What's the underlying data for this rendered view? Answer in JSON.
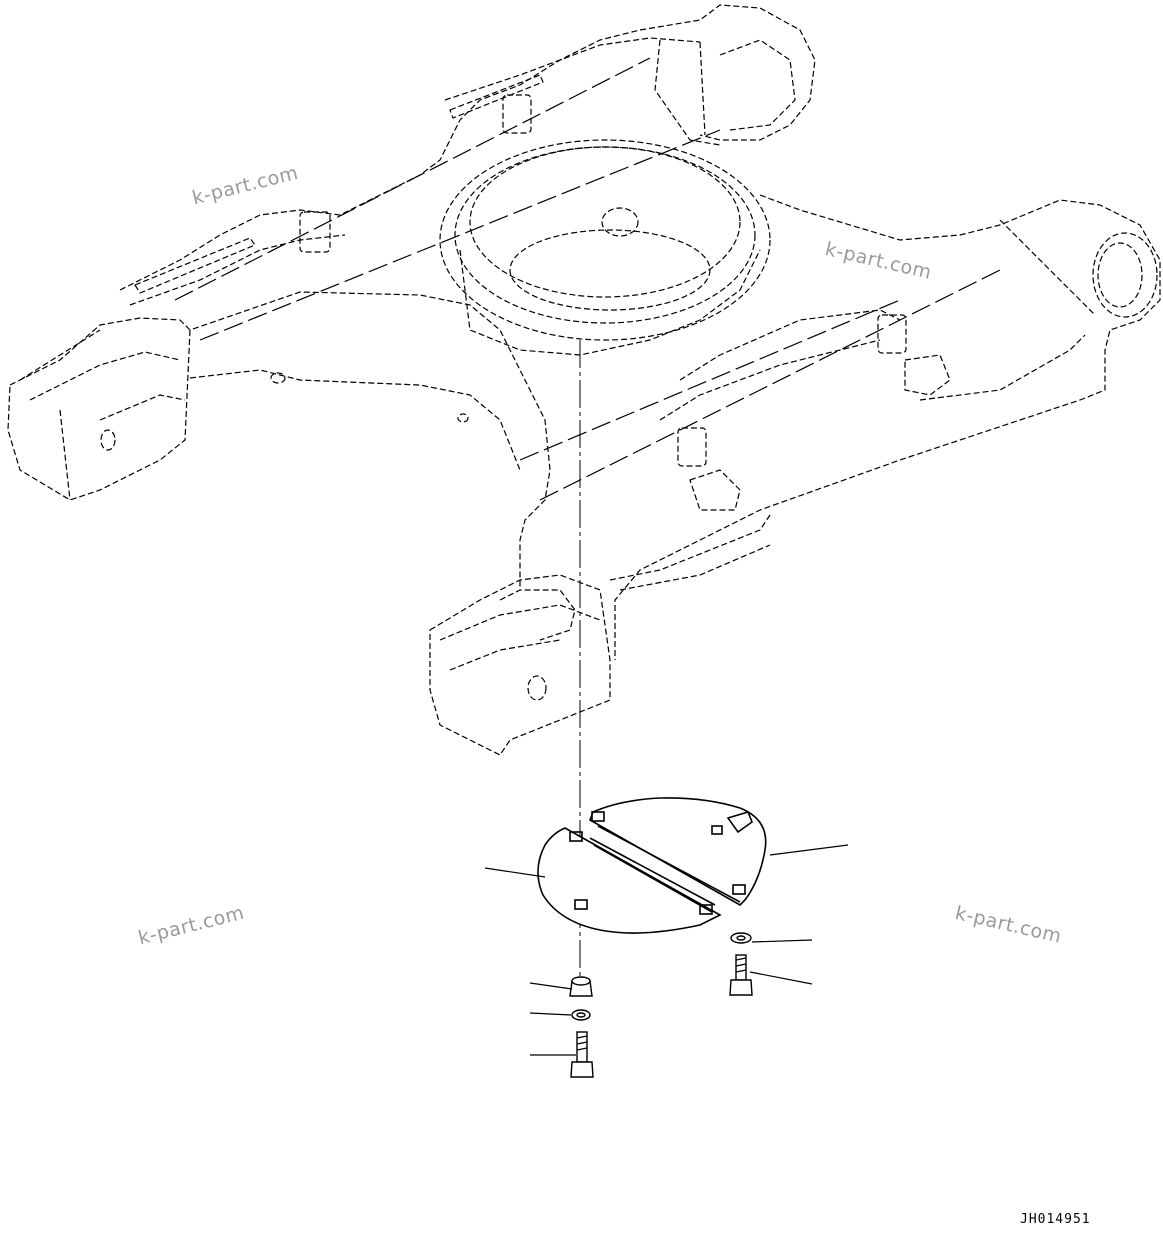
{
  "watermarks": [
    "k-part.com",
    "k-part.com",
    "k-part.com",
    "k-part.com"
  ],
  "drawing_code": "JH014951",
  "colors": {
    "line": "#000000",
    "watermark": "#9a9a9a",
    "background": "#ffffff"
  }
}
